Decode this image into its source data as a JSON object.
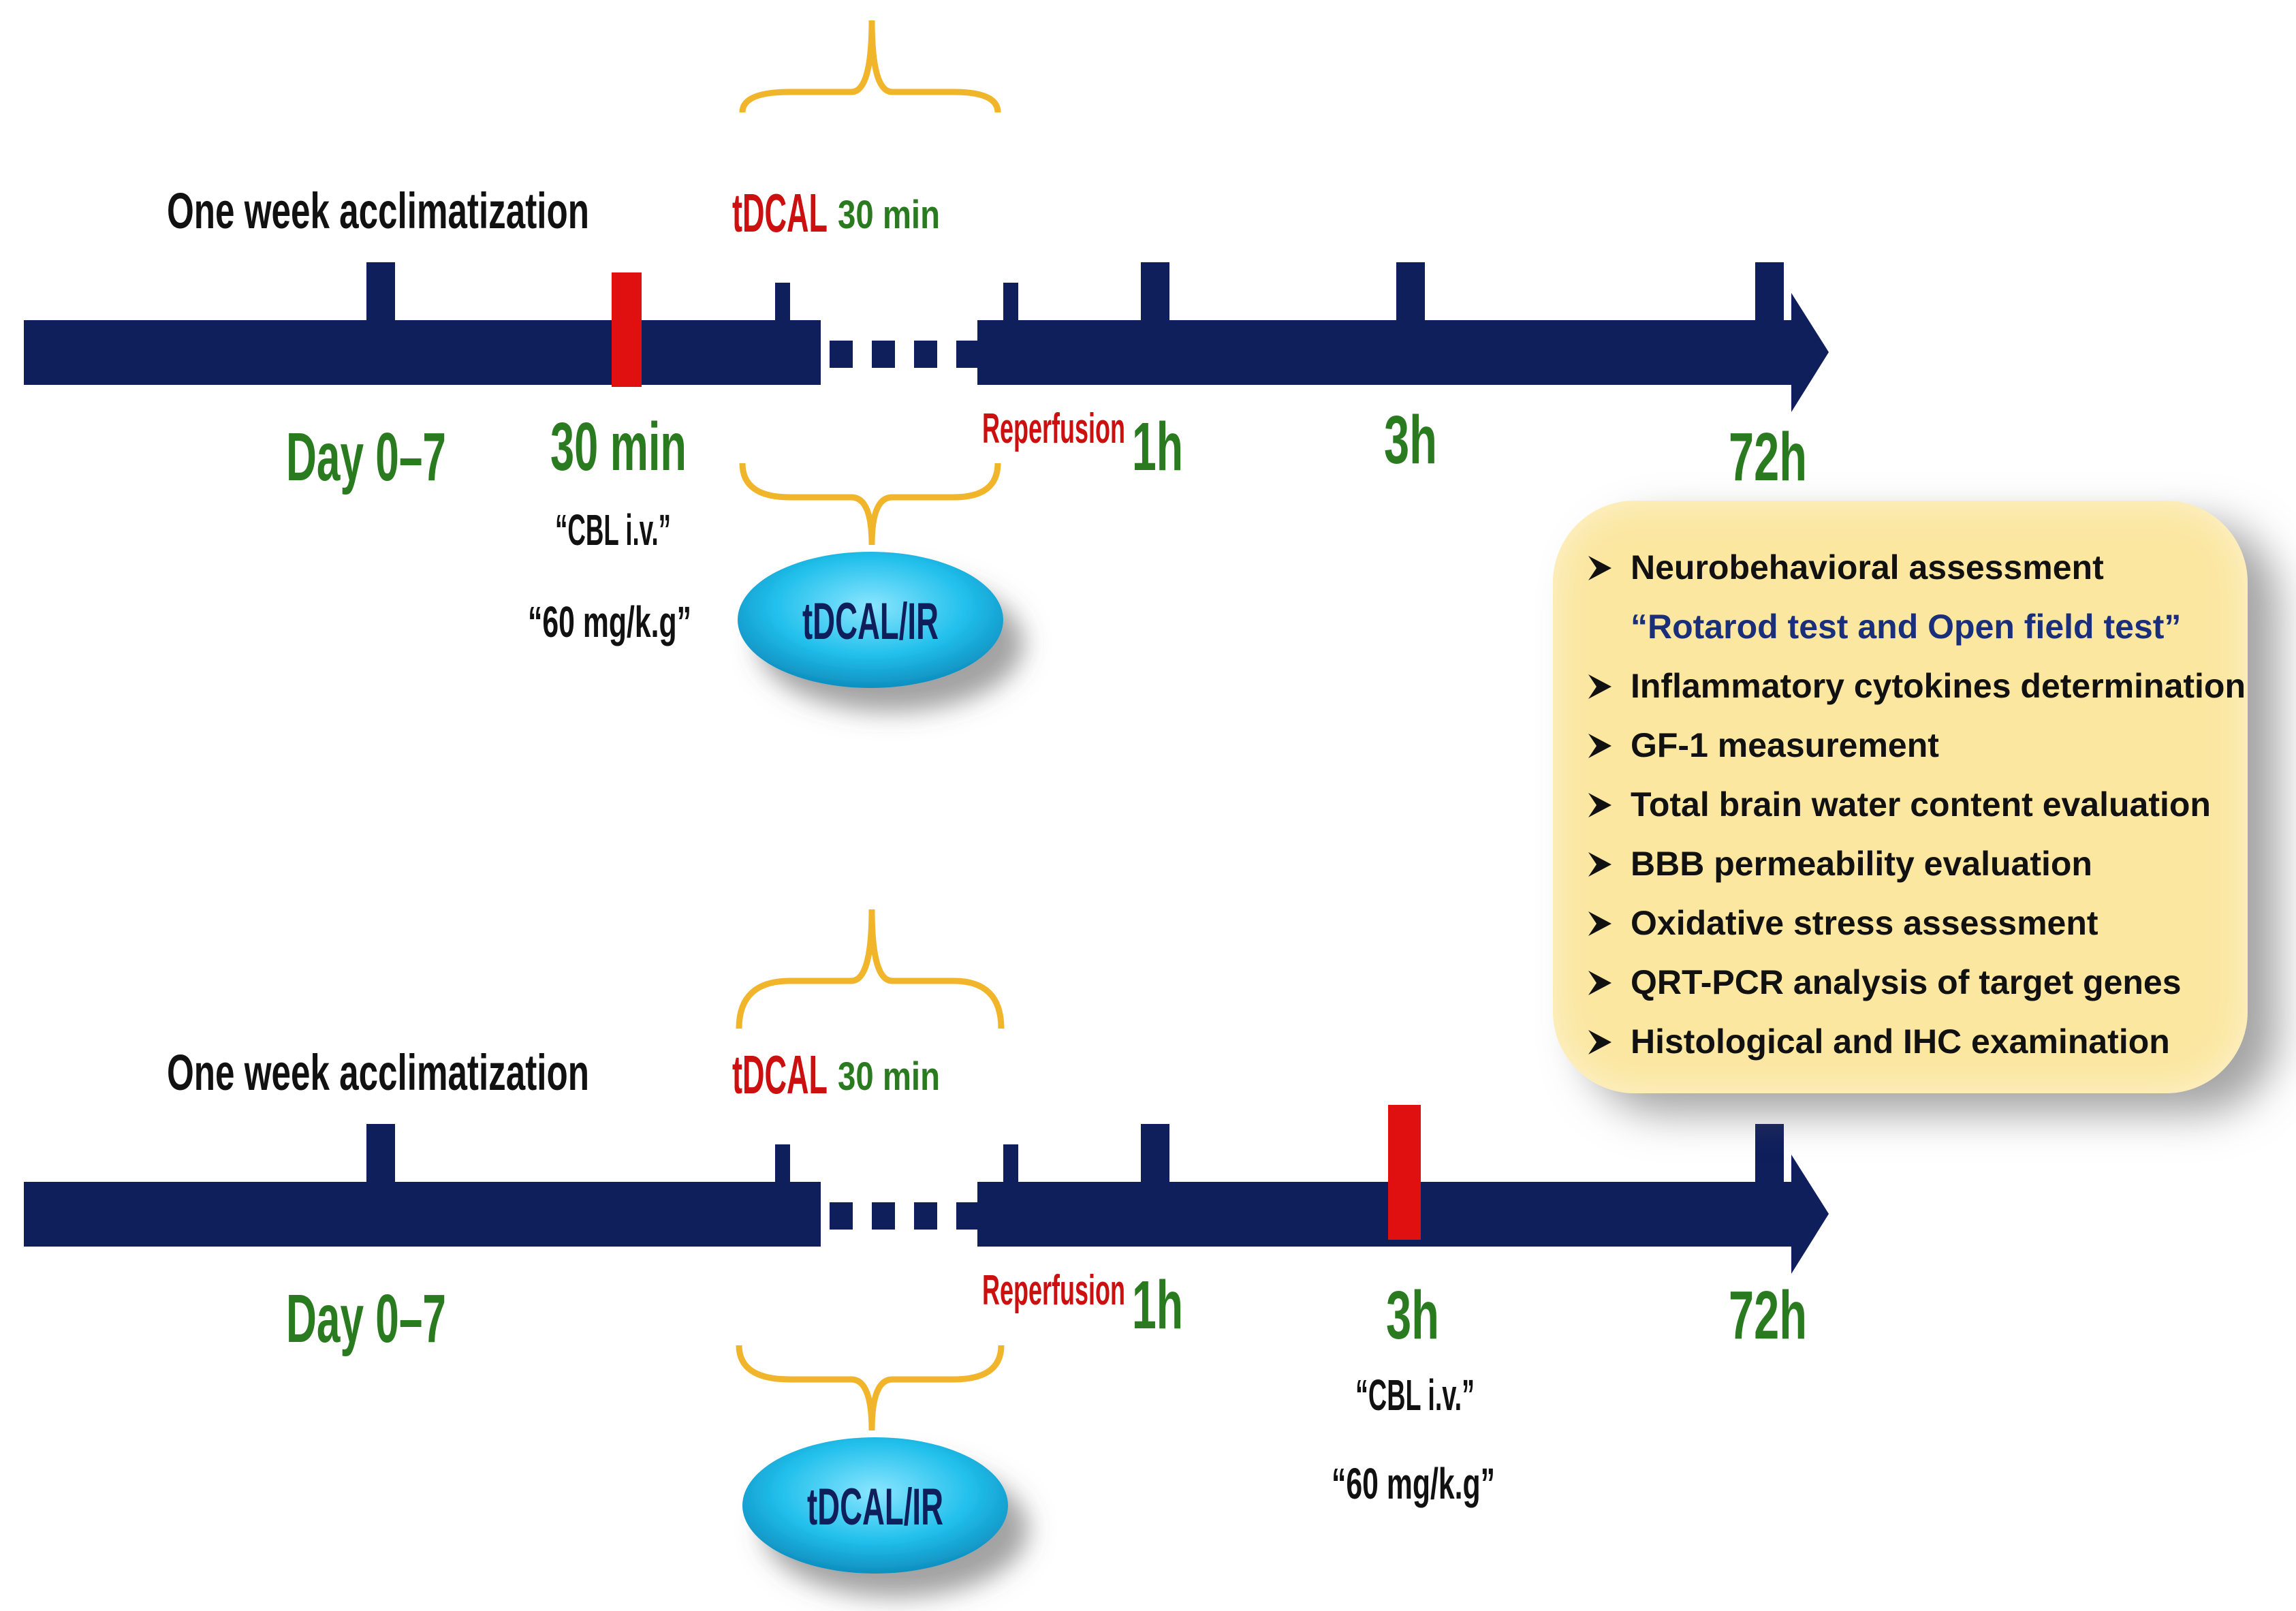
{
  "timeline_top": {
    "acclimatization": "One week acclimatization",
    "tdcal": "tDCAL",
    "duration": "30 min",
    "day_label": "Day 0–7",
    "injection_time": "30 min",
    "drug": "“CBL i.v.”",
    "dose": "“60 mg/k.g”",
    "procedure": "tDCAL/IR",
    "reperfusion": "Reperfusion",
    "t1": "1h",
    "t3": "3h",
    "t72": "72h"
  },
  "timeline_bottom": {
    "acclimatization": "One week acclimatization",
    "tdcal": "tDCAL",
    "duration": "30 min",
    "day_label": "Day 0–7",
    "procedure": "tDCAL/IR",
    "reperfusion": "Reperfusion",
    "t1": "1h",
    "t3": "3h",
    "t72": "72h",
    "drug": "“CBL i.v.”",
    "dose": "“60 mg/k.g”"
  },
  "assessments": [
    "Neurobehavioral assessment",
    "“Rotarod test and Open field test”",
    "Inflammatory cytokines determination",
    "GF-1 measurement",
    "Total brain water content evaluation",
    "BBB permeability evaluation",
    "Oxidative stress assessment",
    "QRT-PCR analysis of target genes",
    "Histological and IHC examination"
  ],
  "colors": {
    "bar": "#0f1f5c",
    "marker": "#e01010",
    "green": "#2a7a1f",
    "red": "#cc1010",
    "brace": "#f0b52a",
    "ellipse": "#2cc6ee",
    "panel": "#fbe7a0"
  },
  "icons": {
    "bullet": "arrowhead-bullet-icon"
  }
}
